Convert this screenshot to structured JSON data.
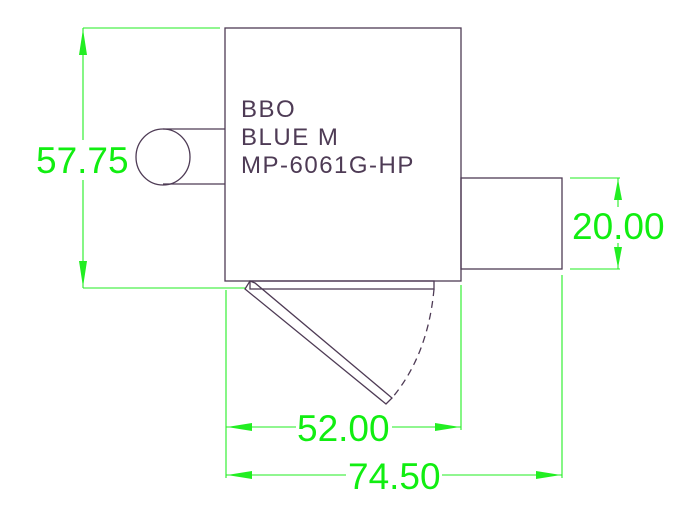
{
  "drawing": {
    "label_lines": [
      "BBO",
      "BLUE M",
      "MP-6061G-HP"
    ],
    "colors": {
      "outline": "#4e3b55",
      "dimension": "#22ee22",
      "background": "#ffffff"
    }
  },
  "dimensions": {
    "height": "57.75",
    "side_box_height": "20.00",
    "body_width": "52.00",
    "overall_width": "74.50"
  }
}
